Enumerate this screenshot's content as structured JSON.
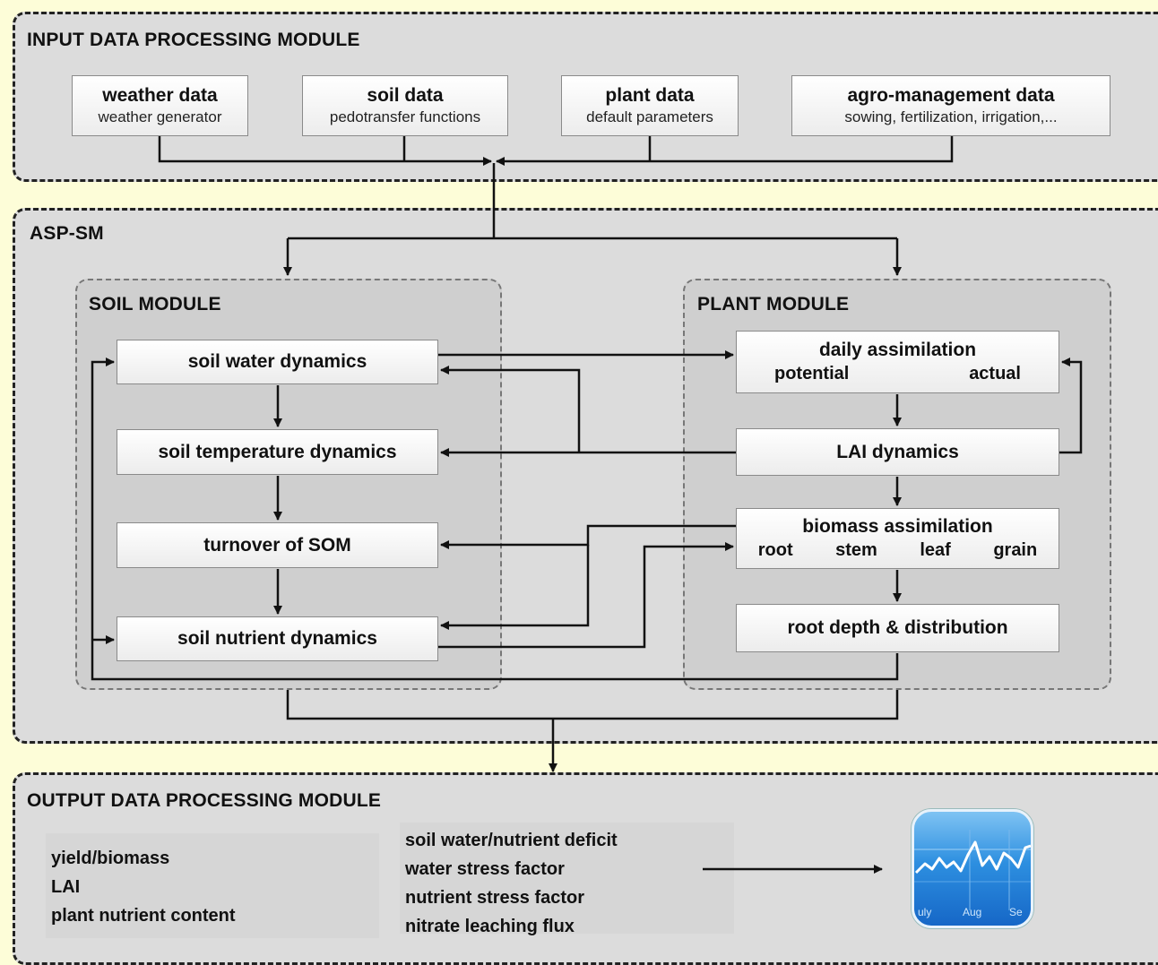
{
  "input_module": {
    "title": "INPUT DATA PROCESSING MODULE",
    "boxes": [
      {
        "main": "weather data",
        "sub": "weather generator"
      },
      {
        "main": "soil data",
        "sub": "pedotransfer functions"
      },
      {
        "main": "plant data",
        "sub": "default parameters"
      },
      {
        "main": "agro-management data",
        "sub": "sowing, fertilization, irrigation,..."
      }
    ]
  },
  "asp_module": {
    "title": "ASP-SM",
    "soil_module": {
      "title": "SOIL MODULE",
      "boxes": [
        "soil water dynamics",
        "soil temperature dynamics",
        "turnover of SOM",
        "soil nutrient dynamics"
      ]
    },
    "plant_module": {
      "title": "PLANT MODULE",
      "daily_assimilation": {
        "main": "daily assimilation",
        "items": [
          "potential",
          "actual"
        ]
      },
      "lai": "LAI dynamics",
      "biomass": {
        "main": "biomass assimilation",
        "items": [
          "root",
          "stem",
          "leaf",
          "grain"
        ]
      },
      "root_depth": "root depth & distribution"
    }
  },
  "output_module": {
    "title": "OUTPUT DATA PROCESSING MODULE",
    "left_list": [
      "yield/biomass",
      "LAI",
      "plant nutrient content"
    ],
    "right_list": [
      "soil water/nutrient deficit",
      "water stress factor",
      "nutrient stress factor",
      "nitrate leaching flux"
    ],
    "icon": {
      "name": "chart-app-icon",
      "months": [
        "uly",
        "Aug",
        "Se"
      ]
    }
  },
  "colors": {
    "background": "#fdfdd8",
    "module": "#dcdcdc",
    "submodule": "#cfcfcf",
    "line": "#111111"
  }
}
